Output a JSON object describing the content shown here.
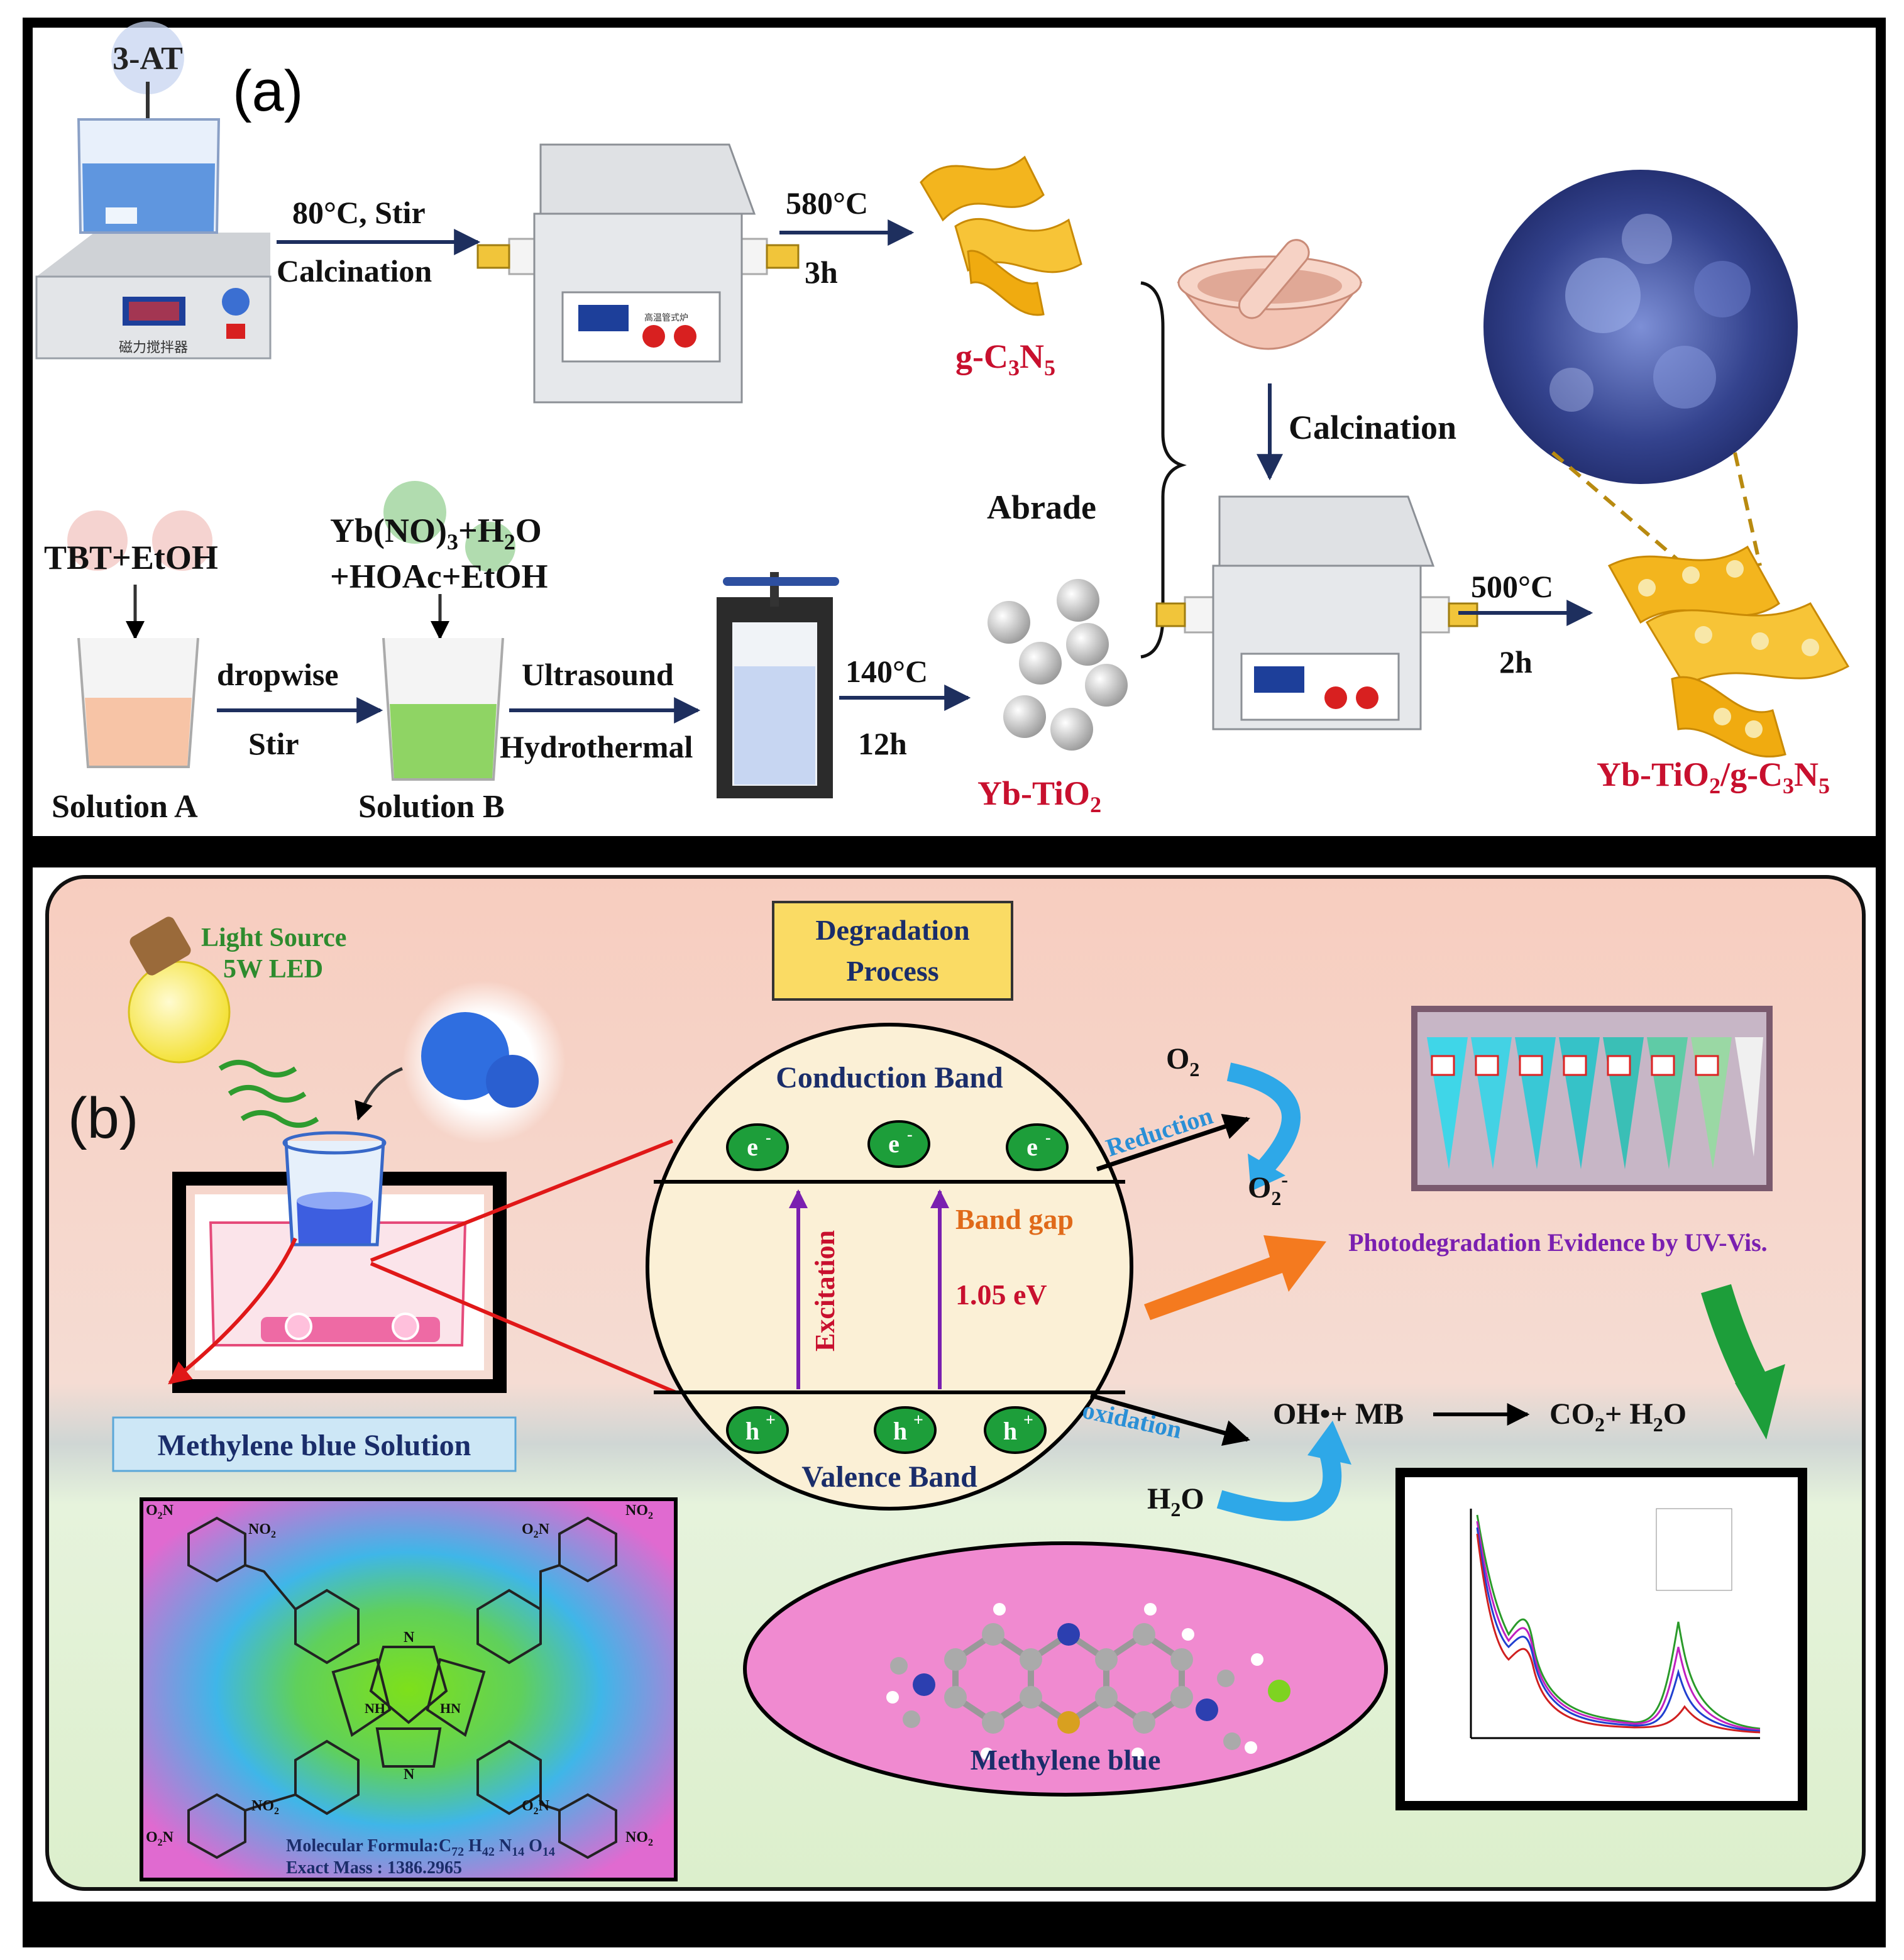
{
  "panel_a": {
    "label": "(a)",
    "reagent_3at": "3-AT",
    "step1_top": "80°C, Stir",
    "step1_bottom": "Calcination",
    "step2_top": "580°C",
    "step2_bottom": "3h",
    "product_gc3n5": {
      "pre": "g-C",
      "s1": "3",
      "mid": "N",
      "s2": "5"
    },
    "calcination_label": "Calcination",
    "abrade_label": "Abrade",
    "tbt_label": "TBT+EtOH",
    "yb_line1": "Yb(NO)",
    "yb_line1_sub": "3",
    "yb_line1_rest": "+H",
    "yb_line1_sub2": "2",
    "yb_line1_end": "O",
    "yb_line2": "+HOAc+EtOH",
    "dropwise": "dropwise",
    "stir": "Stir",
    "solution_a": "Solution A",
    "solution_b": "Solution B",
    "ultrasound": "Ultrasound",
    "hydrothermal": "Hydrothermal",
    "step3_top": "140°C",
    "step3_bottom": "12h",
    "product_ybtio2": {
      "pre": "Yb-TiO",
      "s1": "2"
    },
    "step4_top": "500°C",
    "step4_bottom": "2h",
    "final_product": {
      "a": "Yb-TiO",
      "s1": "2",
      "b": "/g-C",
      "s2": "3",
      "c": "N",
      "s3": "5"
    },
    "stirrer_label": "磁力搅拌器",
    "furnace_label": "高温管式炉"
  },
  "panel_b": {
    "label": "(b)",
    "light_source_1": "Light Source",
    "light_source_2": "5W LED",
    "degradation_1": "Degradation",
    "degradation_2": "Process",
    "conduction_band": "Conduction Band",
    "valence_band": "Valence Band",
    "electron": "e",
    "hole": "h",
    "band_gap": "Band gap",
    "band_gap_value": "1.05 eV",
    "excitation": "Excitation",
    "reduction": "Reduction",
    "oxidation": "oxidation",
    "o2": "O",
    "o2_sub": "2",
    "o2_minus": "O",
    "photodegradation": "Photodegradation Evidence by UV-Vis.",
    "oh_mb": "OH•+ MB",
    "products": "CO",
    "products_sub": "2",
    "products_rest": "+ H",
    "products_sub2": "2",
    "products_end": "O",
    "h2o": "H",
    "h2o_sub": "2",
    "h2o_end": "O",
    "mb_solution": "Methylene blue Solution",
    "methylene_blue": "Methylene blue",
    "molecular_formula": "Molecular Formula:C",
    "mf_c": "72",
    "mf_h_label": " H",
    "mf_h": "42",
    "mf_n_label": " N",
    "mf_n": "14",
    "mf_o_label": " O",
    "mf_o": "14",
    "exact_mass": "Exact Mass :  1386.2965",
    "no2": "NO",
    "no2_sub": "2",
    "o2n": "O",
    "o2n_sub": "2",
    "o2n_end": "N",
    "nh": "NH",
    "hn": "HN",
    "n": "N"
  },
  "colors": {
    "arrow_navy": "#1e2f5e",
    "product_red": "#c8102e",
    "orange_text": "#e06a1a",
    "purple_text": "#7a1fb0",
    "green_text": "#2e8b2e",
    "band_navy": "#1a2d6a",
    "reduction_blue": "#2a8fd6",
    "panel_b_pink": "#f6cfc4",
    "panel_b_green": "#dcefd0"
  }
}
